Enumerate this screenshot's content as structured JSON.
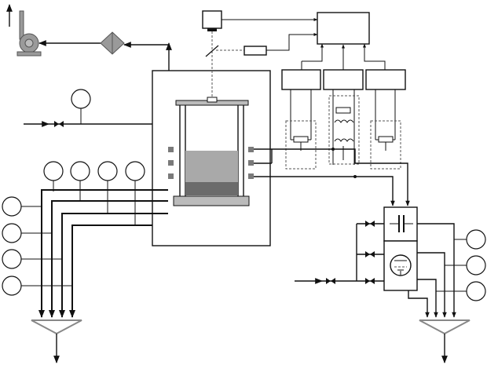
{
  "diagram": {
    "colors": {
      "line": "#111111",
      "fill_light": "#a9a9a9",
      "fill_dark": "#6b6b6b",
      "equipment": "#9a9a9a",
      "port": "#7a7a7a",
      "dashed": "#555555"
    },
    "components": [
      "exhaust-fan",
      "filter",
      "reactor-chamber",
      "vacuum-gauges",
      "collection-funnels",
      "camera",
      "control-unit",
      "power-supplies",
      "capacitor-unit",
      "tube-unit"
    ]
  }
}
